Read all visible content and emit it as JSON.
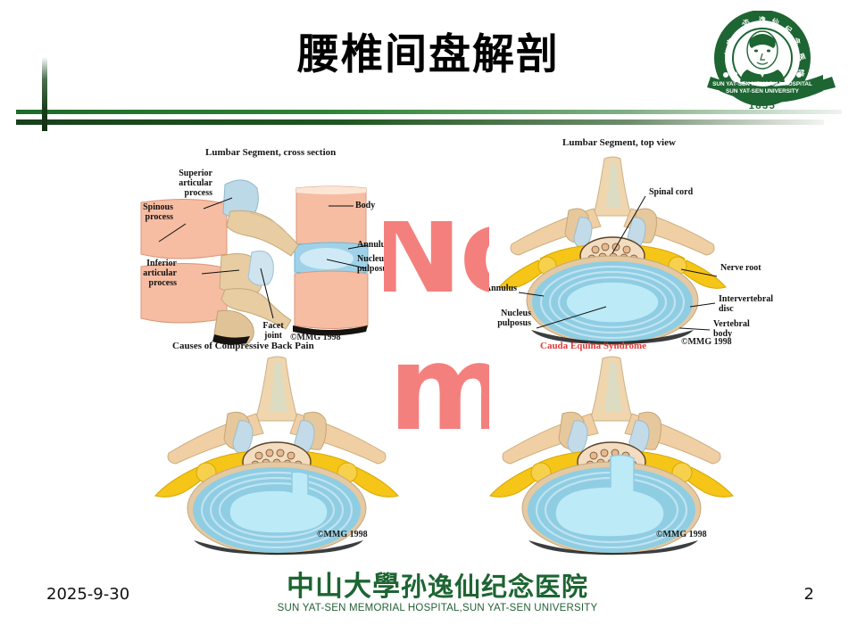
{
  "slide": {
    "title": "腰椎间盘解剖",
    "page_number": "2",
    "date": "2025-9-30"
  },
  "crest": {
    "name": "sun-yat-sen-memorial-hospital-crest",
    "ring_text_cn": "中山大学孙逸仙纪念医院",
    "banner_line1": "SUN YAT-SEN MEMORIAL HOSPITAL",
    "banner_line2": "SUN YAT-SEN UNIVERSITY",
    "year": "1835",
    "color": "#1d6532"
  },
  "footer_logo": {
    "cn_part1": "中山大學",
    "cn_part2": "孙逸仙纪念医院",
    "en": "SUN YAT-SEN MEMORIAL HOSPITAL,SUN YAT-SEN UNIVERSITY",
    "color": "#1d6532"
  },
  "watermark": {
    "line1": "No",
    "line2": "Image",
    "color": "#f4807e"
  },
  "figures": [
    {
      "id": "fig-cross-section",
      "caption": "Lumbar Segment, cross section",
      "caption_color": "#161616",
      "credit": "©MMG 1998",
      "labels": [
        "Superior\narticular\nprocess",
        "Spinous\nprocess",
        "Inferior\narticular\nprocess",
        "Facet\njoint",
        "Body",
        "Annulus",
        "Nucleus\npulposus"
      ]
    },
    {
      "id": "fig-top-view",
      "caption": "Lumbar Segment, top view",
      "caption_color": "#161616",
      "credit": "©MMG 1998",
      "labels": [
        "Spinal cord",
        "Nerve root",
        "Intervertebral\ndisc",
        "Vertebral\nbody",
        "Annulus",
        "Nucleus\npulposus"
      ]
    },
    {
      "id": "fig-compressive-back-pain",
      "caption": "Causes of Compressive Back Pain",
      "caption_color": "#161616",
      "credit": "©MMG 1998",
      "labels": []
    },
    {
      "id": "fig-cauda-equina",
      "caption": "Cauda Equina Syndrome",
      "caption_color": "#e03a3a",
      "credit": "©MMG 1998",
      "labels": []
    }
  ]
}
